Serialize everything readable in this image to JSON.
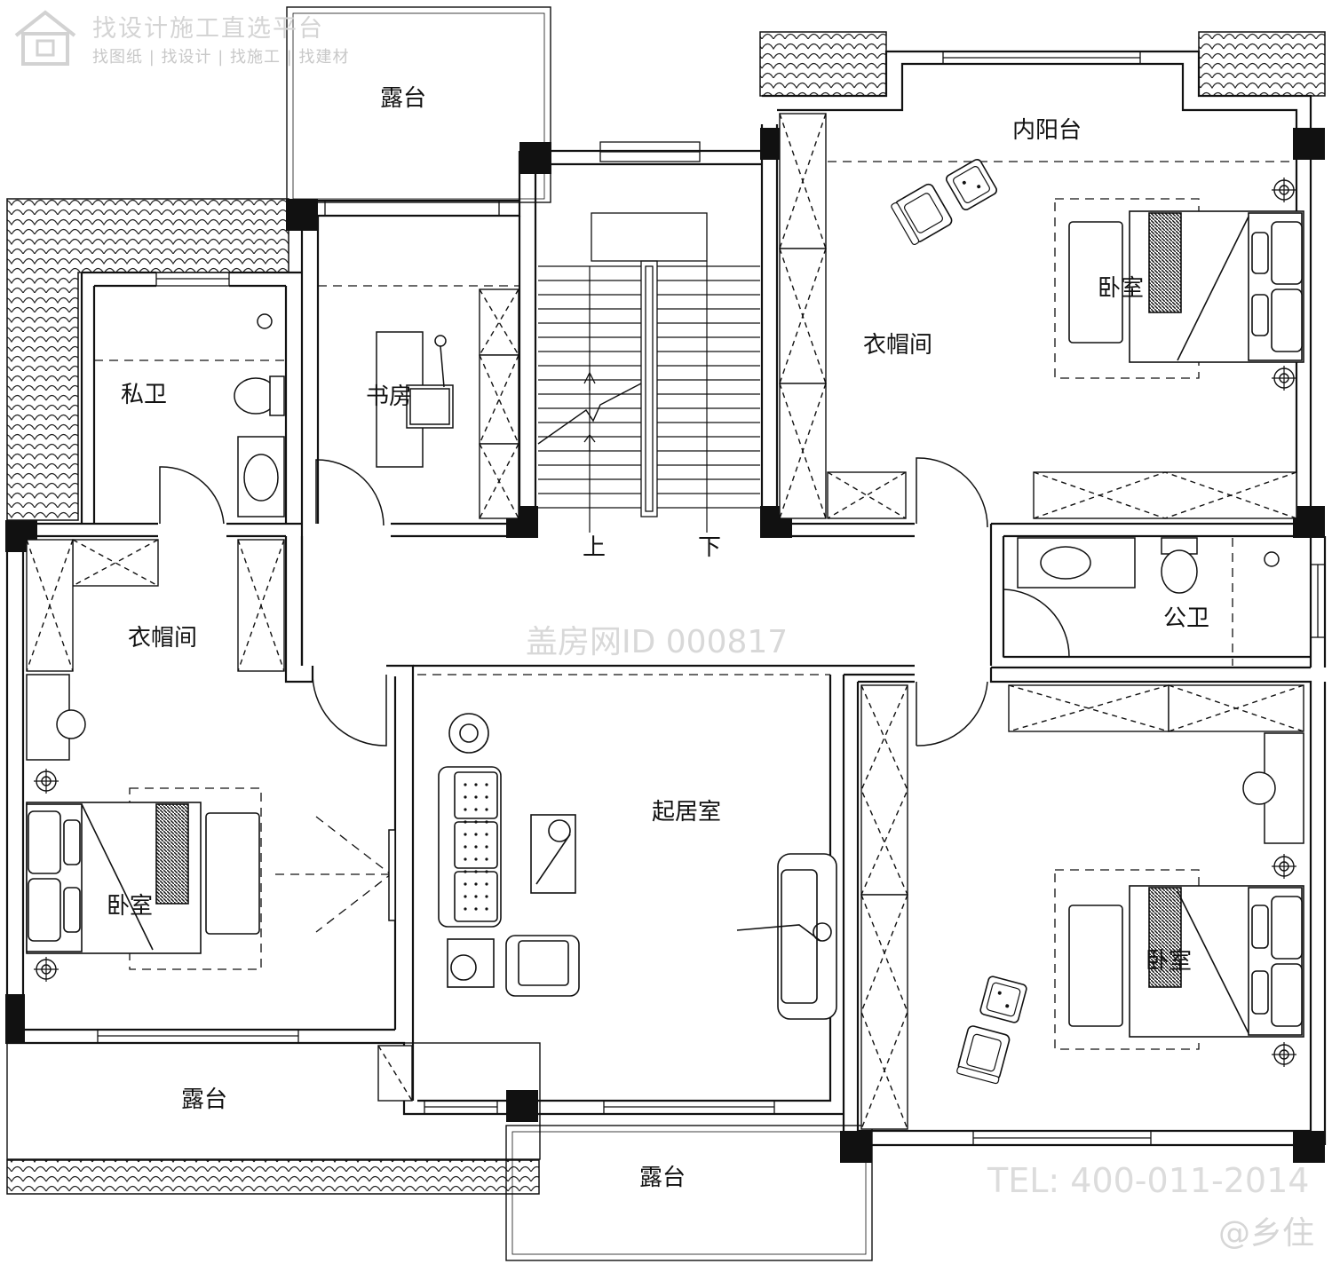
{
  "watermark": {
    "title": "找设计施工直选平台",
    "subtitle": "找图纸 | 找设计 | 找施工 | 找建材",
    "id": "盖房网ID 000817",
    "tel": "TEL: 400-011-2014",
    "handle": "@乡住"
  },
  "rooms": {
    "terrace_top": "露台",
    "inner_balcony": "内阳台",
    "bedroom_ne": "卧室",
    "closet_ne": "衣帽间",
    "study": "书房",
    "private_bath": "私卫",
    "closet_w": "衣帽间",
    "bedroom_w": "卧室",
    "living": "起居室",
    "public_bath": "公卫",
    "bedroom_se": "卧室",
    "terrace_sw": "露台",
    "terrace_s": "露台"
  },
  "stairs": {
    "up": "上",
    "down": "下"
  },
  "colors": {
    "wall": "#111111",
    "line": "#000000",
    "watermark": "#d4d4d4"
  }
}
